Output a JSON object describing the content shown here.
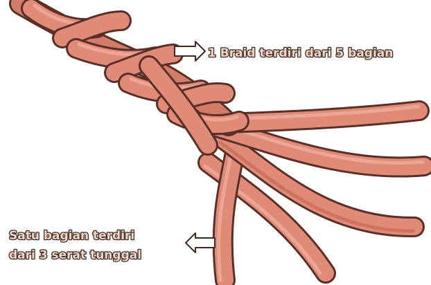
{
  "colors": {
    "strand_fill": "#e08a78",
    "strand_dark": "#c26452",
    "strand_light": "#f2b2a2",
    "outline": "#5a2f28",
    "label_fill": "#f1d6c8",
    "label_outline": "#3b2a22",
    "arrow_fill": "#ffffff"
  },
  "labels": {
    "braid_label": "1 Braid terdiri dari 5 bagian",
    "strand_label_line1": "Satu bagian terdiri",
    "strand_label_line2": "dari 3 serat tunggal"
  },
  "icons": {
    "braid_arrow": "right-arrow-icon",
    "strand_arrow": "left-arrow-icon"
  }
}
